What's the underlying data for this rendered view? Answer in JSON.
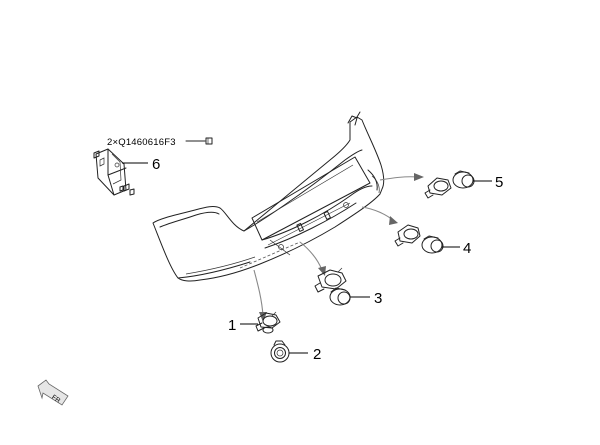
{
  "diagram": {
    "part_number_label": "2×Q1460616F3",
    "front_marker": "FR",
    "callouts": [
      {
        "id": "1",
        "label": "1"
      },
      {
        "id": "2",
        "label": "2"
      },
      {
        "id": "3",
        "label": "3"
      },
      {
        "id": "4",
        "label": "4"
      },
      {
        "id": "5",
        "label": "5"
      },
      {
        "id": "6",
        "label": "6"
      }
    ]
  }
}
